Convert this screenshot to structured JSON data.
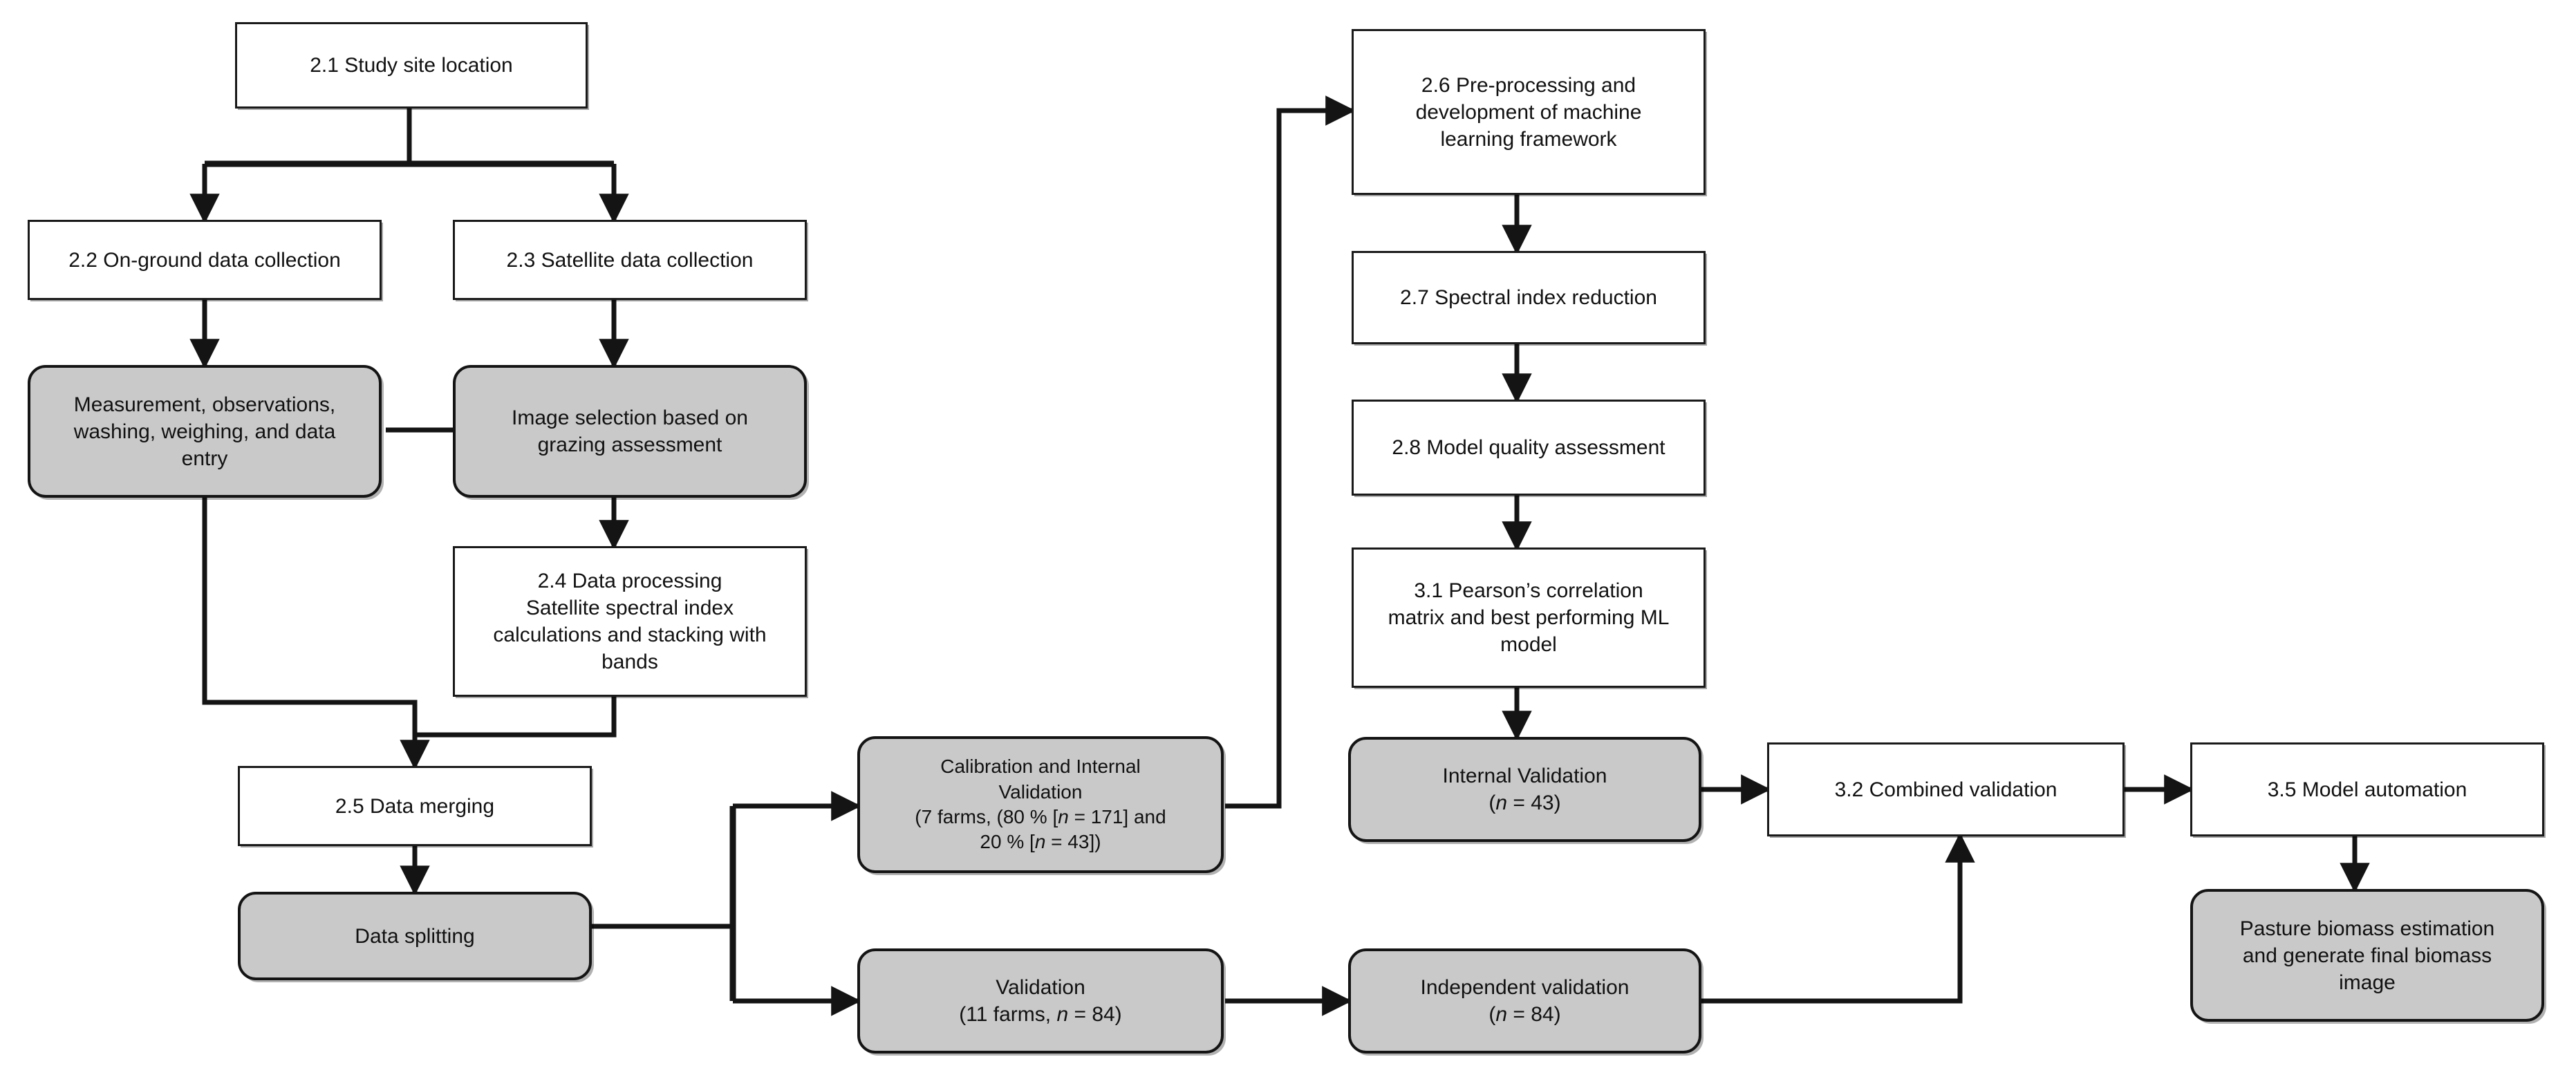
{
  "diagram": {
    "title": "Pasture biomass estimation methodology flowchart",
    "colors": {
      "process_fill": "#ffffff",
      "terminator_fill": "#c9c9c9",
      "stroke": "#141414",
      "text": "#111111"
    },
    "nodes": [
      {
        "id": "n21",
        "shape": "process",
        "text": "2.1 Study site location"
      },
      {
        "id": "n22",
        "shape": "process",
        "text": "2.2 On-ground data collection"
      },
      {
        "id": "n23",
        "shape": "process",
        "text": "2.3 Satellite data collection"
      },
      {
        "id": "meas",
        "shape": "rounded",
        "text": "Measurement, observations, washing, weighing, and data entry"
      },
      {
        "id": "imgsel",
        "shape": "rounded",
        "text": "Image selection based on grazing assessment"
      },
      {
        "id": "n24",
        "shape": "process",
        "text": "2.4 Data processing Satellite spectral index calculations and stacking with bands"
      },
      {
        "id": "n25",
        "shape": "process",
        "text": "2.5 Data merging"
      },
      {
        "id": "split",
        "shape": "rounded",
        "text": "Data splitting"
      },
      {
        "id": "calib",
        "shape": "rounded",
        "text": "Calibration and Internal Validation (7 farms, (80 % [n = 171] and 20 % [n = 43])"
      },
      {
        "id": "valid",
        "shape": "rounded",
        "text": "Validation (11 farms, n = 84)"
      },
      {
        "id": "n26",
        "shape": "process",
        "text": "2.6 Pre-processing and development of machine learning framework"
      },
      {
        "id": "n27",
        "shape": "process",
        "text": "2.7 Spectral index reduction"
      },
      {
        "id": "n28",
        "shape": "process",
        "text": "2.8 Model quality assessment"
      },
      {
        "id": "n31",
        "shape": "process",
        "text": "3.1 Pearson’s correlation matrix and best performing ML model"
      },
      {
        "id": "intval",
        "shape": "rounded",
        "text": "Internal Validation (n = 43)"
      },
      {
        "id": "indval",
        "shape": "rounded",
        "text": "Independent validation (n = 84)"
      },
      {
        "id": "n32",
        "shape": "process",
        "text": "3.2 Combined validation"
      },
      {
        "id": "n35",
        "shape": "process",
        "text": "3.5 Model automation"
      },
      {
        "id": "pasture",
        "shape": "rounded",
        "text": "Pasture biomass estimation and generate final biomass image"
      }
    ],
    "edges": [
      {
        "from": "n21",
        "to": "n22"
      },
      {
        "from": "n21",
        "to": "n23"
      },
      {
        "from": "n22",
        "to": "meas"
      },
      {
        "from": "n23",
        "to": "imgsel"
      },
      {
        "from": "meas",
        "to": "imgsel"
      },
      {
        "from": "imgsel",
        "to": "n24"
      },
      {
        "from": "meas",
        "to": "n25"
      },
      {
        "from": "n24",
        "to": "n25"
      },
      {
        "from": "n25",
        "to": "split"
      },
      {
        "from": "split",
        "to": "calib"
      },
      {
        "from": "split",
        "to": "valid"
      },
      {
        "from": "calib",
        "to": "n26"
      },
      {
        "from": "n26",
        "to": "n27"
      },
      {
        "from": "n27",
        "to": "n28"
      },
      {
        "from": "n28",
        "to": "n31"
      },
      {
        "from": "n31",
        "to": "intval"
      },
      {
        "from": "valid",
        "to": "indval"
      },
      {
        "from": "intval",
        "to": "n32"
      },
      {
        "from": "indval",
        "to": "n32"
      },
      {
        "from": "n32",
        "to": "n35"
      },
      {
        "from": "n35",
        "to": "pasture"
      }
    ]
  },
  "labels": {
    "n21": "2.1 Study site location",
    "n22": "2.2 On-ground data collection",
    "n23": "2.3 Satellite data collection",
    "meas_l1": "Measurement, observations,",
    "meas_l2": "washing, weighing, and data",
    "meas_l3": "entry",
    "imgsel_l1": "Image selection based on",
    "imgsel_l2": "grazing assessment",
    "n24_l1": "2.4 Data processing",
    "n24_l2": "Satellite spectral index",
    "n24_l3": "calculations and stacking with",
    "n24_l4": "bands",
    "n25": "2.5 Data merging",
    "split": "Data splitting",
    "calib_l1": "Calibration and Internal",
    "calib_l2": "Validation",
    "calib_l3a": "(7 farms, (80 % [",
    "calib_l3b": "n",
    "calib_l3c": " = 171] and",
    "calib_l4a": "20 % [",
    "calib_l4b": "n",
    "calib_l4c": " = 43])",
    "valid_l1": "Validation",
    "valid_l2a": "(11 farms, ",
    "valid_l2b": "n",
    "valid_l2c": " = 84)",
    "n26_l1": "2.6 Pre-processing and",
    "n26_l2": "development of machine",
    "n26_l3": "learning framework",
    "n27": "2.7 Spectral index reduction",
    "n28": "2.8 Model quality assessment",
    "n31_l1": "3.1 Pearson’s correlation",
    "n31_l2": "matrix and best performing ML",
    "n31_l3": "model",
    "intval_l1": "Internal Validation",
    "intval_l2a": "(",
    "intval_l2b": "n",
    "intval_l2c": " = 43)",
    "indval_l1": "Independent validation",
    "indval_l2a": "(",
    "indval_l2b": "n",
    "indval_l2c": " = 84)",
    "n32": "3.2 Combined validation",
    "n35": "3.5 Model automation",
    "pasture_l1": "Pasture biomass estimation",
    "pasture_l2": "and generate final biomass",
    "pasture_l3": "image"
  }
}
